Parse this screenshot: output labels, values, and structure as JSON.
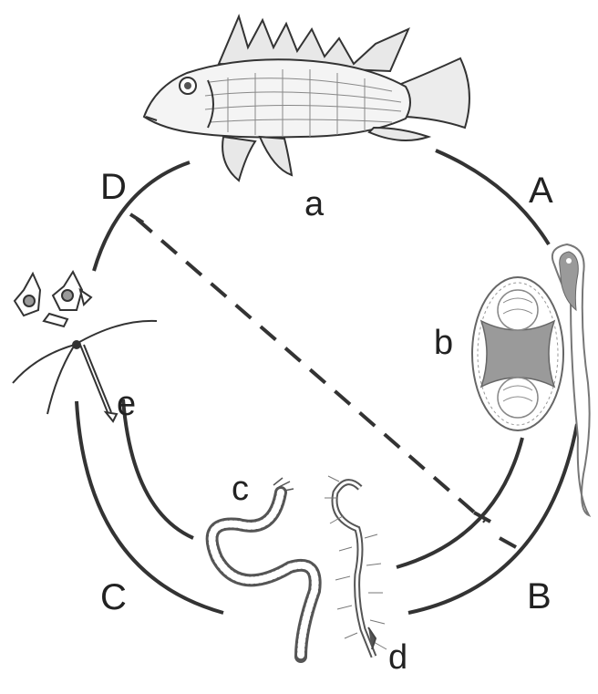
{
  "stages": {
    "A": "A",
    "B": "B",
    "C": "C",
    "D": "D"
  },
  "organisms": {
    "a": "a",
    "b": "b",
    "c": "c",
    "d": "d",
    "e": "e"
  },
  "colors": {
    "line": "#333333",
    "fill_gray": "#9a9a9a",
    "ink": "#444444"
  }
}
